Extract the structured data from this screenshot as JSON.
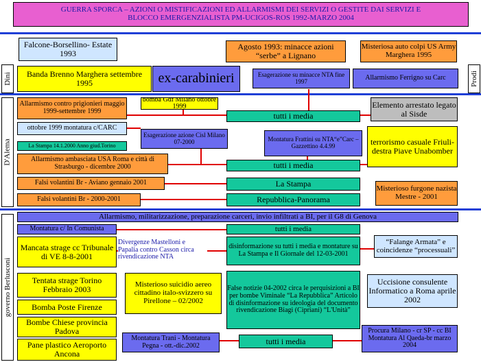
{
  "title": {
    "line1": "GUERRA SPORCA – AZIONI O MISTIFICAZIONI ED ALLARMISMI DEI SERVIZI O GESTITE DAI SERVIZI E",
    "line2": "BLOCCO EMERGENZIALISTA PM-UCIGOS-ROS 1992-MARZO 2004"
  },
  "side_labels": {
    "dini": "Dini",
    "prodi": "Prodi",
    "dalema": "D'Alema",
    "berlusconi": "governo Berlusconi"
  },
  "boxes": {
    "falcone": "Falcone-Borsellino- Estate 1993",
    "agosto1993": "Agosto 1993: minacce azioni “serbe” a Lignano",
    "auto_colpi": "Misteriosa auto colpi US Army Marghera 1995",
    "banda_brenno": "Banda Brenno Marghera settembre 1995",
    "ex_carabinieri": "ex-carabinieri",
    "esagerazione_nta": "Esagerazione su minacce NTA fine 1997",
    "allarmismo_ferrigno": "Allarmismo Ferrigno su Carc",
    "allarmismo_prigionieri": "Allarmismo contro prigionieri maggio 1999-settembre 1999",
    "bomba_gdf": "bomba Gdf Milano ottobre 1999",
    "tutti_media_1": "tutti i media",
    "elemento_arrestato": "Elemento arrestato legato al Sisde",
    "ottobre_1999": "ottobre 1999 montatura c/CARC",
    "esagerazione_cisl": "Esagerazione azione Cisl Milano 07-2000",
    "montatura_frattini": "Montatura Frattini su NTA“e”Carc – Gazzettino 4.4.99",
    "terrorismo_casuale": "terrorismo casuale Friuli-destra Piave Unabomber",
    "stampa_14": "La Stampa 14.1.2000 Anno giud.Torino",
    "allarmismo_usa": "Allarmismo ambasciata USA Roma e città di Strasburgo - dicembre 2000",
    "tutti_media_2": "tutti i media",
    "falsi_aviano": "Falsi volantini Br - Aviano gennaio 2001",
    "la_stampa": "La Stampa",
    "furgone": "Misterioso furgone nazista Mestre - 2001",
    "falsi_2000_2001": "Falsi volantini Br - 2000-2001",
    "repubblica_panorama": "Repubblica-Panorama",
    "allarmismo_g8": "Allarmismo, militarizzazione, preparazione carceri, invio infiltrati a BI, per il G8 di Genova",
    "montatura_incomunista": "Montatura c/ In Comunista",
    "tutti_media_3": "tutti i media",
    "mancata_strage": "Mancata strage cc Tribunale di VE 8-8-2001",
    "divergenze": "Divergenze Mastelloni e Papalia contro Casson circa rivendicazione NTA",
    "disinformazione": "disinformazione su tutti i media e montature su La Stampa e Il Giornale del 12-03-2001",
    "falange": "“Falange Armata” e coincidenze “processuali”",
    "tentata_strage": "Tentata strage Torino Febbraio 2003",
    "suicidio": "Misterioso suicidio aereo cittadino italo-svizzero su Pirellone – 02/2002",
    "false_notizie": "False notizie 04-2002 circa le perquisizioni a BI per bombe Viminale “La Repubblica” Articolo di disinformazione su ideologia del documento rivendicazione Biagi (Cipriani) “L'Unità”",
    "uccisione": "Uccisione consulente Informatico a Roma aprile 2002",
    "bomba_poste": "Bomba Poste Firenze",
    "bombe_chiese": "Bombe Chiese provincia Padova",
    "pane_plastico": "Pane plastico Aeroporto Ancona",
    "montatura_trani": "Montatura Trani - Montatura Pegna - ott.-dic.2002",
    "tutti_media_4": "tutti i media",
    "procura_milano": "Procura Milano - cr SP - cc BI Montatura Al Qaeda-br marzo 2004"
  },
  "colors": {
    "pink": "#e85fd0",
    "orange": "#ff9c3c",
    "yellow": "#ffff00",
    "blue": "#6b6bef",
    "teal": "#14c89c",
    "light_blue": "#cfe6ff",
    "grey": "#bdbdbd",
    "connector": "#e00000",
    "divider": "#1f3fd6"
  }
}
